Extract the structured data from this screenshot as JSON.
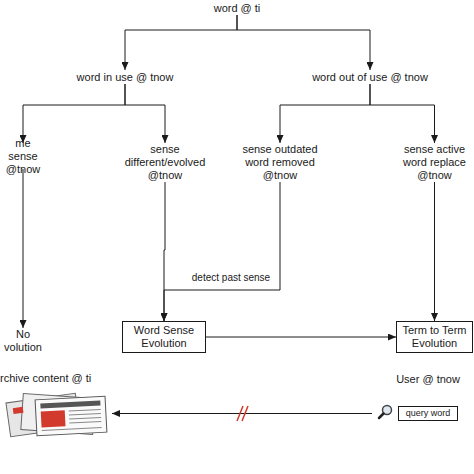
{
  "diagram": {
    "nodes": [
      {
        "text": [
          "word @ ti"
        ]
      },
      {
        "text": [
          "word in use @ tnow"
        ]
      },
      {
        "text": [
          "word out of use @ tnow"
        ]
      },
      {
        "text": [
          "me sense @tnow"
        ]
      },
      {
        "text": [
          "sense different/evolved @tnow"
        ]
      },
      {
        "text": [
          "sense outdated word removed @tnow"
        ]
      },
      {
        "text": [
          "sense active word replace @tnow"
        ]
      },
      {
        "text": [
          "No volution"
        ]
      },
      {
        "text": [
          "Word Sense Evolution"
        ]
      },
      {
        "text": [
          "Term to Term Evolution"
        ]
      },
      {
        "text": [
          "rchive content @ ti"
        ]
      },
      {
        "text": [
          "User @ tnow"
        ]
      },
      {
        "text": [
          "query word"
        ]
      }
    ],
    "edges": [
      {
        "from": 0,
        "to": 1,
        "arrow": "to"
      },
      {
        "from": 0,
        "to": 2,
        "arrow": "to"
      },
      {
        "from": 1,
        "to": 3,
        "arrow": "to"
      },
      {
        "from": 1,
        "to": 4,
        "arrow": "to"
      },
      {
        "from": 2,
        "to": 5,
        "arrow": "to"
      },
      {
        "from": 2,
        "to": 6,
        "arrow": "to"
      },
      {
        "from": 3,
        "to": 7,
        "arrow": "to"
      },
      {
        "from": 4,
        "to": 8,
        "arrow": "to"
      },
      {
        "from": 5,
        "to": 8,
        "label": "detect past sense",
        "arrow": "to"
      },
      {
        "from": 6,
        "to": 9,
        "arrow": "to"
      },
      {
        "from": 8,
        "to": 9,
        "arrow": "to"
      },
      {
        "from": 12,
        "to": 10,
        "arrow": "to"
      }
    ]
  }
}
